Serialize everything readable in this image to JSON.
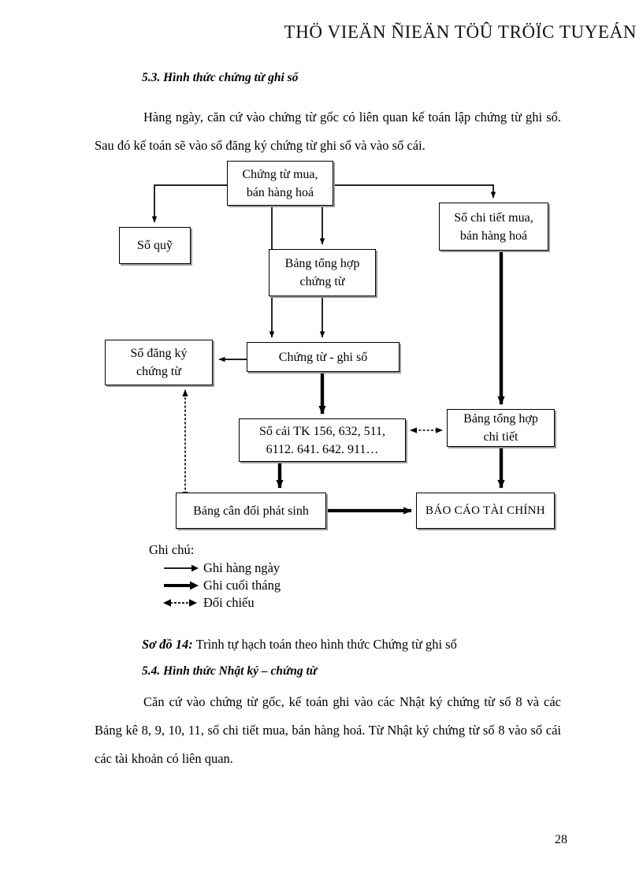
{
  "header": {
    "text": "THÖ VIEÄN ÑIEÄN TÖÛ TRÖÏC TUYEÁN"
  },
  "sections": {
    "s53": {
      "heading": "5.3. Hình thức chứng từ ghi sổ",
      "paragraph": "Hàng ngày, căn cứ vào chứng từ gốc có liên quan kế toán lập chứng từ ghi sổ. Sau đó kế toán sẽ vào sổ đăng ký chứng từ ghi sổ và vào sổ cái."
    },
    "s54": {
      "heading": "5.4. Hình thức Nhật ký – chứng từ",
      "paragraph": "Căn cứ vào chứng từ gốc, kế toán ghi vào các Nhật ký chứng từ số 8 và các Bảng kê 8, 9, 10, 11, sổ chi tiết mua, bán hàng hoá. Từ Nhật ký chứng từ số 8 vào sổ cái các tài khoản có liên quan."
    }
  },
  "diagram": {
    "nodes": {
      "chung_tu_mua": "Chứng từ mua,\nbán hàng hoá",
      "chung_tu_mua_line1": "Chứng từ mua,",
      "chung_tu_mua_line2": "bán hàng hoá",
      "so_quy": "Sổ quỹ",
      "so_chi_tiet_line1": "Sổ chi tiết mua,",
      "so_chi_tiet_line2": "bán hàng hoá",
      "bang_tong_hop_ct_line1": "Bảng tổng hợp",
      "bang_tong_hop_ct_line2": "chứng từ",
      "so_dang_ky_line1": "Sổ đăng ký",
      "so_dang_ky_line2": "chứng từ",
      "chung_tu_ghi_so": "Chứng từ - ghi sổ",
      "so_cai_line1": "Sổ cái TK 156, 632, 511,",
      "so_cai_line2": "6112. 641. 642. 911…",
      "bang_tong_hop_ct2_line1": "Bảng tổng hợp",
      "bang_tong_hop_ct2_line2": "chi tiết",
      "bang_can_doi": "Bảng cân đối phát sinh",
      "bao_cao": "BÁO CÁO TÀI CHÍNH"
    },
    "legend": {
      "title": "Ghi chú:",
      "items": [
        {
          "label": "Ghi hàng ngày",
          "icon": "thin-arrow-icon"
        },
        {
          "label": "Ghi cuối tháng",
          "icon": "thick-arrow-icon"
        },
        {
          "label": "Đối chiếu",
          "icon": "double-arrow-icon"
        }
      ]
    }
  },
  "caption": {
    "label": "Sơ đồ 14:",
    "text": " Trình tự hạch toán theo hình thức Chứng từ ghi sổ"
  },
  "page_number": "28"
}
